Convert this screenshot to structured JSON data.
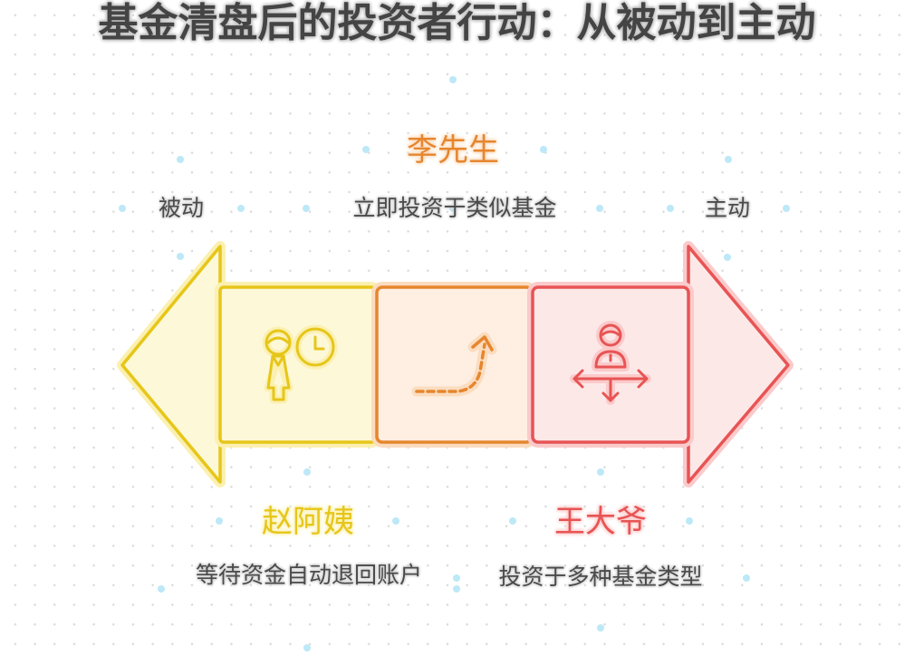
{
  "title": "基金清盘后的投资者行动：从被动到主动",
  "axis": {
    "left_label": "被动",
    "right_label": "主动"
  },
  "investors": [
    {
      "name": "赵阿姨",
      "action": "等待资金自动退回账户",
      "icon": "woman-clock-icon",
      "color": "#e6c619",
      "fill": "#fdf8d8"
    },
    {
      "name": "李先生",
      "action": "立即投资于类似基金",
      "icon": "dashed-curved-arrow-icon",
      "color": "#e6862e",
      "fill": "#feefe2"
    },
    {
      "name": "王大爷",
      "action": "投资于多种基金类型",
      "icon": "person-multi-direction-icon",
      "color": "#e85454",
      "fill": "#fde8e8"
    }
  ],
  "colors": {
    "title_text": "#444444",
    "label_text": "#4a4a4a",
    "yellow": "#e6c619",
    "orange": "#e6862e",
    "red": "#e85454"
  }
}
